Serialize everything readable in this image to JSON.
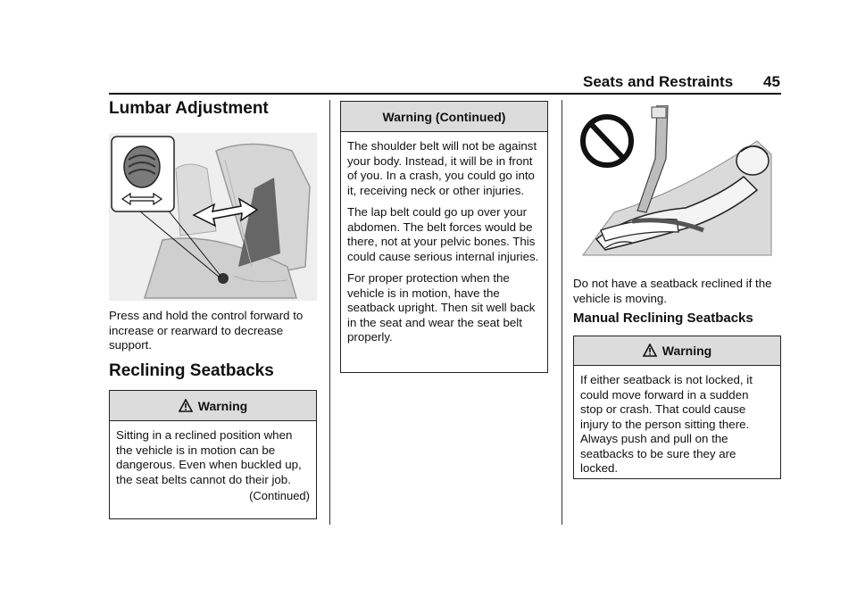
{
  "header": {
    "title": "Seats and Restraints",
    "page_number": "45"
  },
  "lumbar": {
    "heading": "Lumbar Adjustment",
    "text": "Press and hold the control forward to increase or rearward to decrease support."
  },
  "reclining": {
    "heading": "Reclining Seatbacks",
    "warning_title": "Warning",
    "warning_text": "Sitting in a reclined position when the vehicle is in motion can be dangerous. Even when buckled up, the seat belts cannot do their job.",
    "continued_label": "(Continued)"
  },
  "warning_continued": {
    "title": "Warning  (Continued)",
    "paragraphs": [
      "The shoulder belt will not be against your body. Instead, it will be in front of you. In a crash, you could go into it, receiving neck or other injuries.",
      "The lap belt could go up over your abdomen. The belt forces would be there, not at your pelvic bones. This could cause serious internal injuries.",
      "For proper protection when the vehicle is in motion, have the seatback upright. Then sit well back in the seat and wear the seat belt properly."
    ]
  },
  "reclined_caption": "Do not have a seatback reclined if the vehicle is moving.",
  "manual": {
    "heading": "Manual Reclining Seatbacks",
    "warning_title": "Warning",
    "warning_text": "If either seatback is not locked, it could move forward in a sudden stop or crash. That could cause injury to the person sitting there. Always push and pull on the seatbacks to be sure they are locked."
  },
  "icons": {
    "warning": "warning-triangle-icon",
    "prohibited": "prohibited-circle-icon",
    "double_arrow": "double-arrow-icon"
  },
  "colors": {
    "warning_header_bg": "#dcdcdc",
    "lumbar_highlight": "#666666"
  }
}
